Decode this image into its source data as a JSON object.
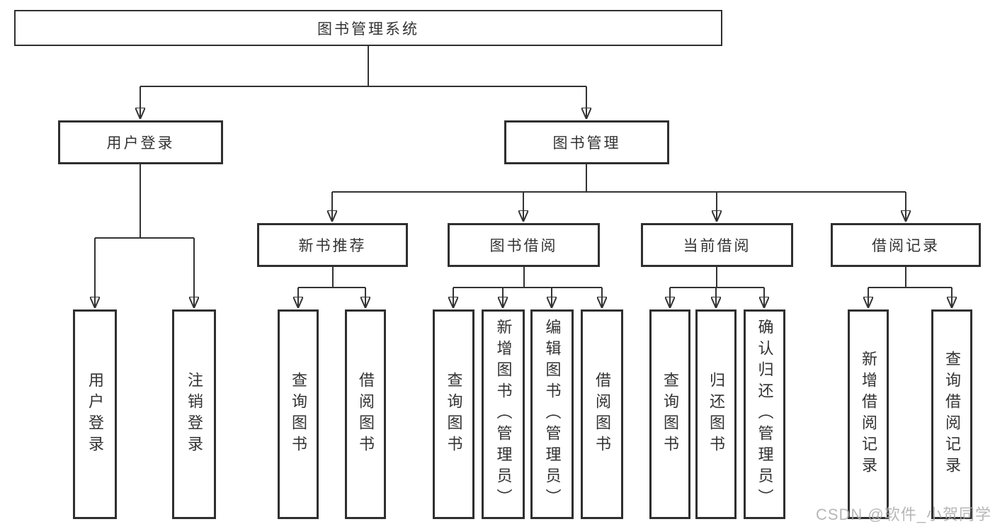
{
  "diagram": {
    "root": {
      "label": "图书管理系统"
    },
    "branches": [
      {
        "label": "用户登录",
        "children": [
          {
            "label": "用户登录"
          },
          {
            "label": "注销登录"
          }
        ]
      },
      {
        "label": "图书管理",
        "children": [
          {
            "label": "新书推荐",
            "children": [
              {
                "label": "查询图书"
              },
              {
                "label": "借阅图书"
              }
            ]
          },
          {
            "label": "图书借阅",
            "children": [
              {
                "label": "查询图书"
              },
              {
                "label": "新增图书（管理员）"
              },
              {
                "label": "编辑图书（管理员）"
              },
              {
                "label": "借阅图书"
              }
            ]
          },
          {
            "label": "当前借阅",
            "children": [
              {
                "label": "查询图书"
              },
              {
                "label": "归还图书"
              },
              {
                "label": "确认归还（管理员）"
              }
            ]
          },
          {
            "label": "借阅记录",
            "children": [
              {
                "label": "新增借阅记录"
              },
              {
                "label": "查询借阅记录"
              }
            ]
          }
        ]
      }
    ]
  },
  "watermark": {
    "text": "CSDN @软件_小贺同学"
  },
  "colors": {
    "line": "#333333",
    "border": "#2f2f2f",
    "text": "#333333",
    "watermark": "#aaaaaa",
    "background": "#ffffff"
  }
}
